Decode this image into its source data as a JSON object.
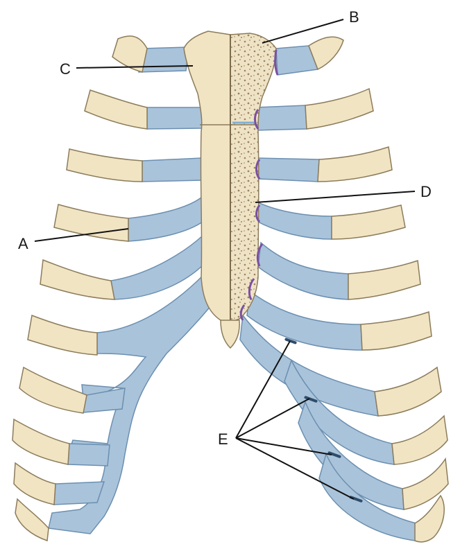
{
  "labels": {
    "a": "A",
    "b": "B",
    "c": "C",
    "d": "D",
    "e": "E"
  },
  "colors": {
    "bone": "#f1e4c3",
    "bone_stroke": "#8b7b5a",
    "cartilage": "#a9c3da",
    "cartilage_stroke": "#6b8fb0",
    "joint": "#7b4fa3",
    "leader": "#111111"
  }
}
